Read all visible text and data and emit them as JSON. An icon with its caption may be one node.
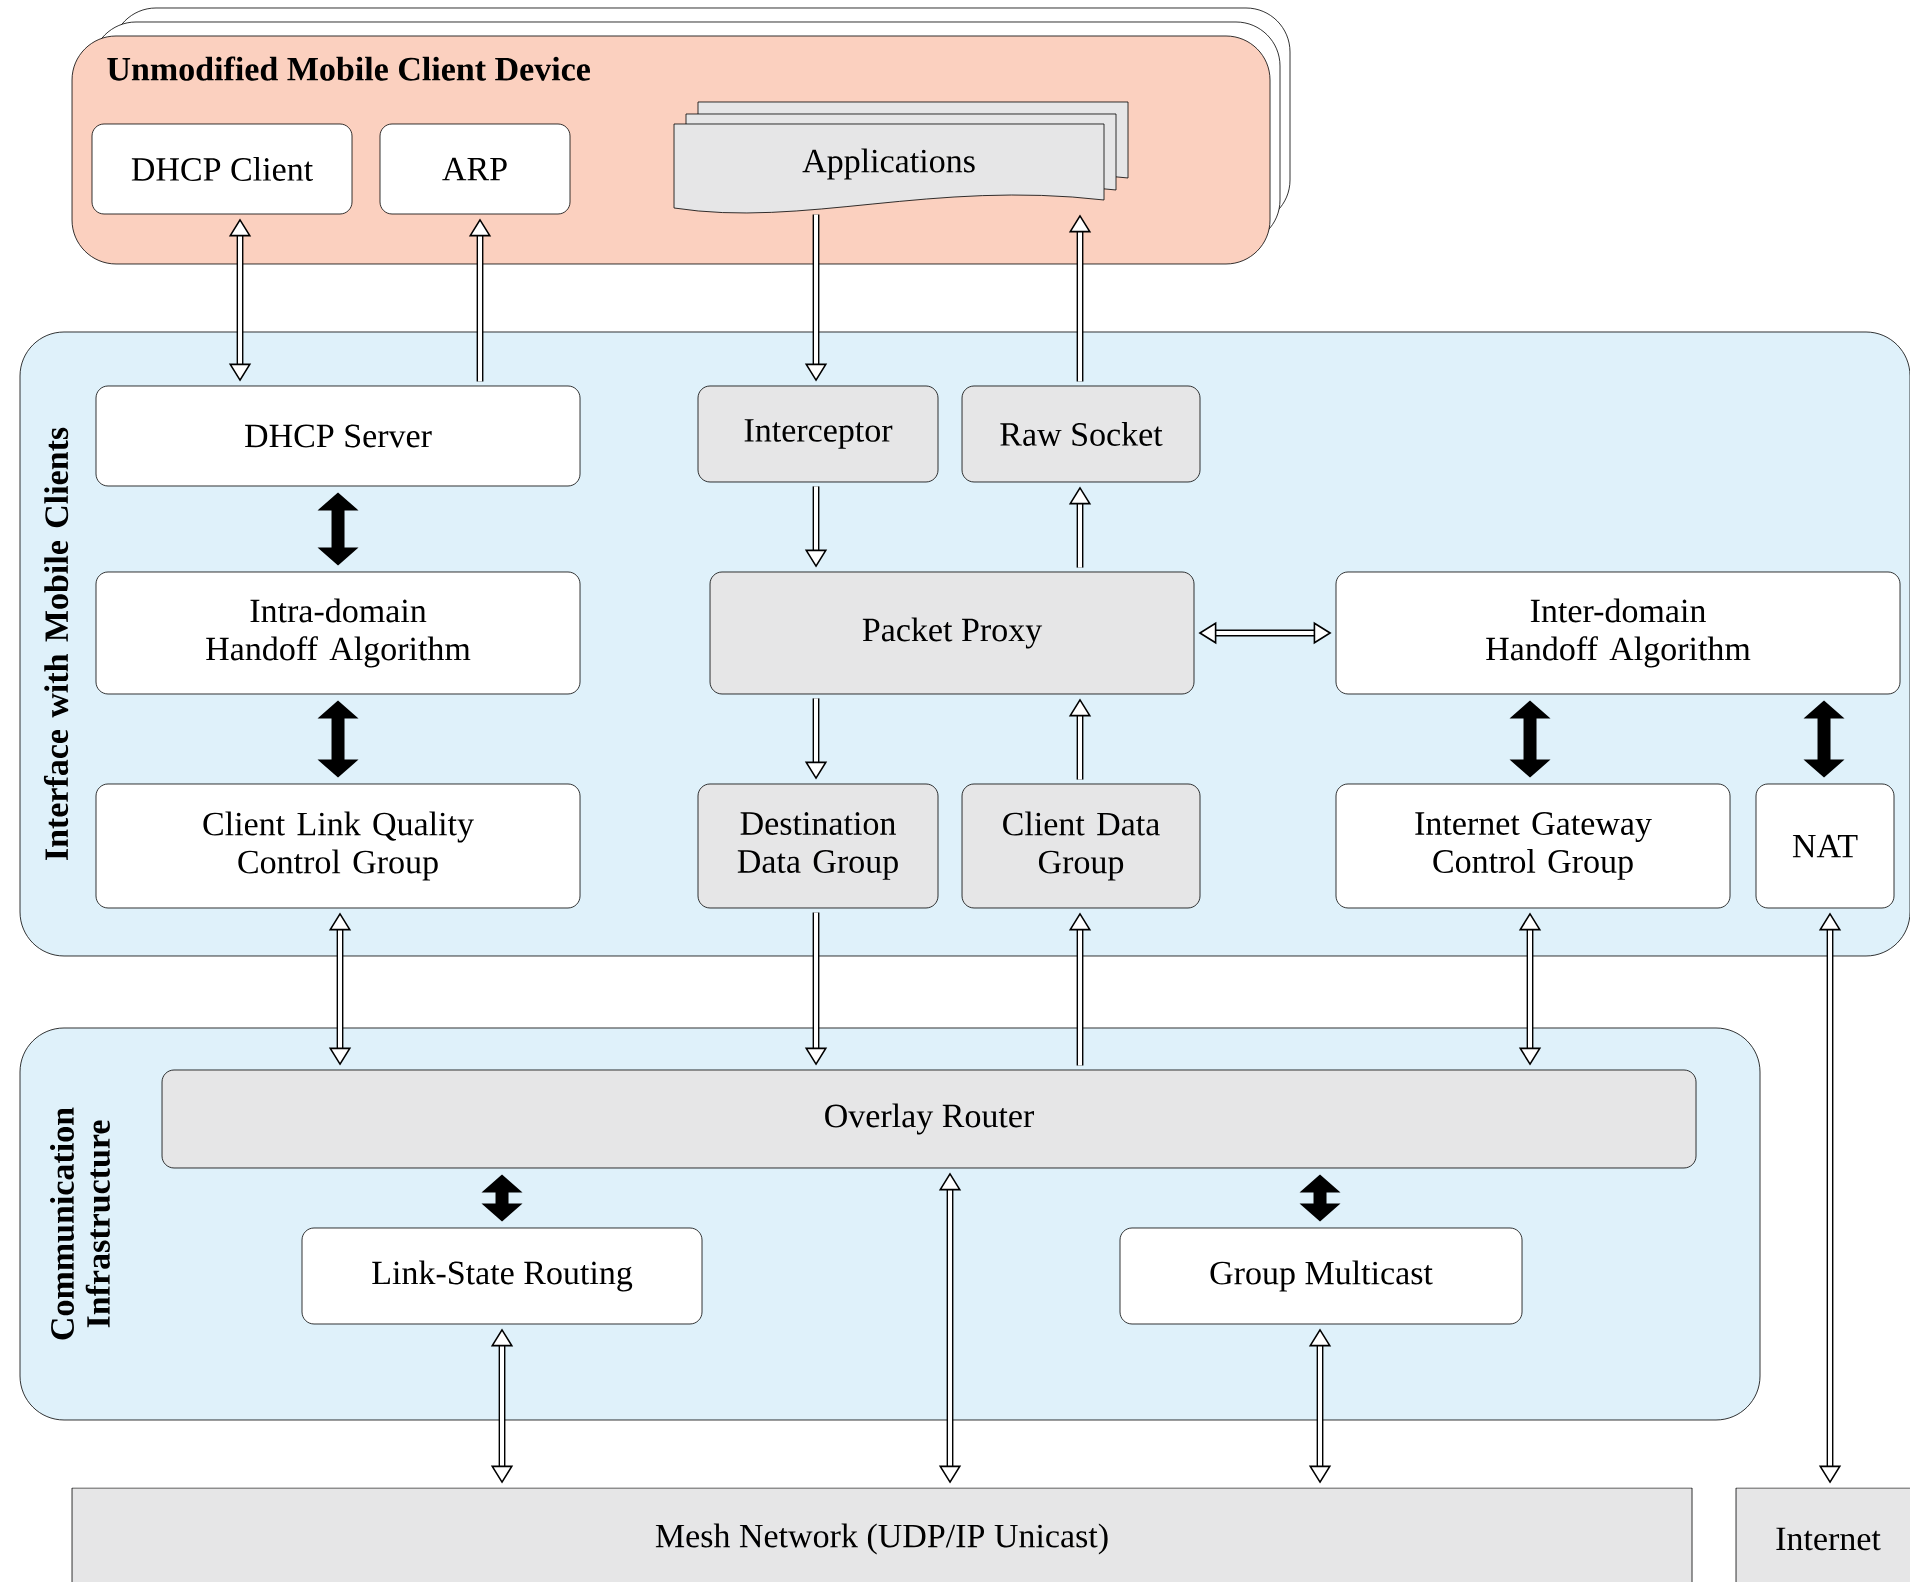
{
  "diagram": {
    "nodes": [
      {
        "text": [
          "Unmodified Mobile Client Device"
        ]
      },
      {
        "text": [
          "DHCP Client"
        ],
        "in": 0
      },
      {
        "text": [
          "ARP"
        ],
        "in": 0
      },
      {
        "text": [
          "Applications"
        ],
        "in": 0
      },
      {
        "text": [
          "Interface with Mobile Clients"
        ]
      },
      {
        "text": [
          "DHCP Server"
        ],
        "in": 4
      },
      {
        "text": [
          "Interceptor"
        ],
        "in": 4
      },
      {
        "text": [
          "Raw Socket"
        ],
        "in": 4
      },
      {
        "text": [
          "Intra-domain Handoff Algorithm"
        ],
        "in": 4
      },
      {
        "text": [
          "Packet Proxy"
        ],
        "in": 4
      },
      {
        "text": [
          "Inter-domain Handoff Algorithm"
        ],
        "in": 4
      },
      {
        "text": [
          "Client Link Quality Control Group"
        ],
        "in": 4
      },
      {
        "text": [
          "Destination Data Group"
        ],
        "in": 4
      },
      {
        "text": [
          "Client Data Group"
        ],
        "in": 4
      },
      {
        "text": [
          "Internet Gateway Control Group"
        ],
        "in": 4
      },
      {
        "text": [
          "NAT"
        ],
        "in": 4
      },
      {
        "text": [
          "Communication Infrastructure"
        ]
      },
      {
        "text": [
          "Overlay Router"
        ],
        "in": 16
      },
      {
        "text": [
          "Link-State Routing"
        ],
        "in": 16
      },
      {
        "text": [
          "Group Multicast"
        ],
        "in": 16
      },
      {
        "text": [
          "Mesh Network (UDP/IP Unicast)"
        ]
      },
      {
        "text": [
          "Internet"
        ]
      }
    ],
    "edges": [
      {
        "from": 1,
        "to": 5,
        "arrow": "both"
      },
      {
        "from": 5,
        "to": 2,
        "arrow": "to"
      },
      {
        "from": 3,
        "to": 6,
        "arrow": "to"
      },
      {
        "from": 7,
        "to": 3,
        "arrow": "to"
      },
      {
        "from": 6,
        "to": 9,
        "arrow": "to"
      },
      {
        "from": 9,
        "to": 7,
        "arrow": "to"
      },
      {
        "from": 5,
        "to": 8,
        "arrow": "both",
        "style": "thick"
      },
      {
        "from": 8,
        "to": 11,
        "arrow": "both",
        "style": "thick"
      },
      {
        "from": 9,
        "to": 10,
        "arrow": "both"
      },
      {
        "from": 9,
        "to": 12,
        "arrow": "to"
      },
      {
        "from": 13,
        "to": 9,
        "arrow": "to"
      },
      {
        "from": 10,
        "to": 14,
        "arrow": "both",
        "style": "thick"
      },
      {
        "from": 10,
        "to": 15,
        "arrow": "both",
        "style": "thick"
      },
      {
        "from": 11,
        "to": 17,
        "arrow": "both"
      },
      {
        "from": 12,
        "to": 17,
        "arrow": "to"
      },
      {
        "from": 17,
        "to": 13,
        "arrow": "to"
      },
      {
        "from": 14,
        "to": 17,
        "arrow": "both"
      },
      {
        "from": 15,
        "to": 21,
        "arrow": "both"
      },
      {
        "from": 17,
        "to": 18,
        "arrow": "both",
        "style": "thick"
      },
      {
        "from": 17,
        "to": 19,
        "arrow": "both",
        "style": "thick"
      },
      {
        "from": 18,
        "to": 20,
        "arrow": "both"
      },
      {
        "from": 17,
        "to": 20,
        "arrow": "both"
      },
      {
        "from": 19,
        "to": 20,
        "arrow": "both"
      }
    ]
  }
}
